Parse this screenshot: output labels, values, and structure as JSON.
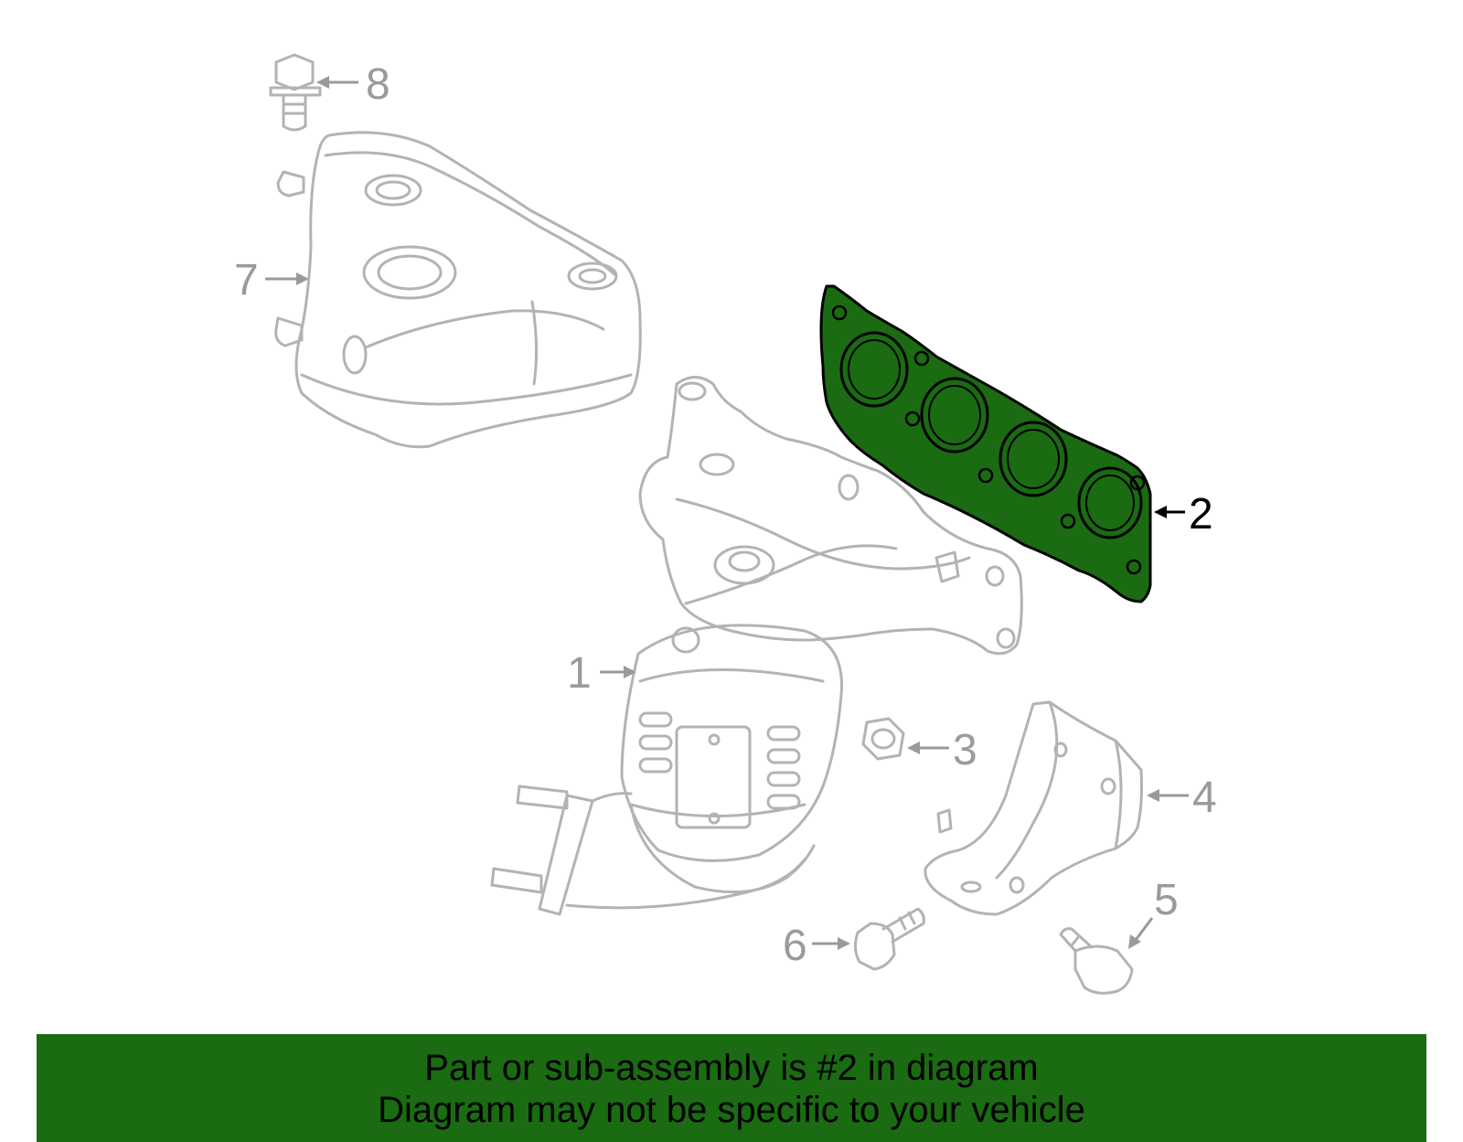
{
  "diagram": {
    "highlight_color": "#1a6b12",
    "callouts": [
      {
        "id": "1",
        "label": "1"
      },
      {
        "id": "2",
        "label": "2"
      },
      {
        "id": "3",
        "label": "3"
      },
      {
        "id": "4",
        "label": "4"
      },
      {
        "id": "5",
        "label": "5"
      },
      {
        "id": "6",
        "label": "6"
      },
      {
        "id": "7",
        "label": "7"
      },
      {
        "id": "8",
        "label": "8"
      }
    ]
  },
  "banner": {
    "line1": "Part or sub-assembly is #2 in diagram",
    "line2": "Diagram may not be specific to your vehicle",
    "background": "#1a6b12"
  }
}
